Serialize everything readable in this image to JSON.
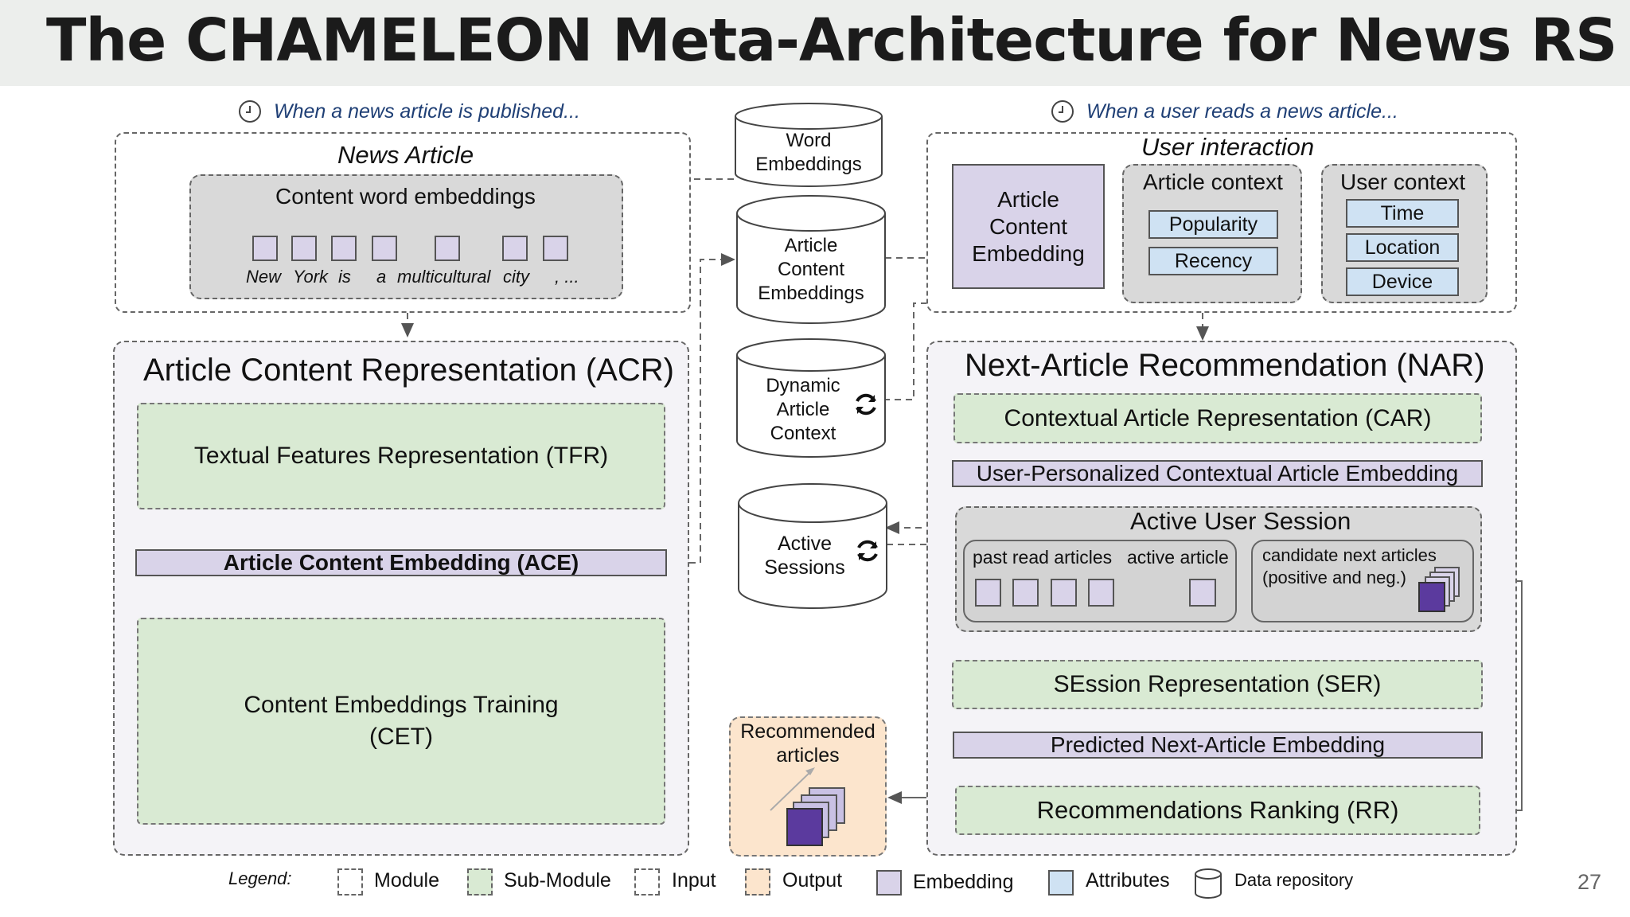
{
  "title": "The CHAMELEON Meta-Architecture for News RS",
  "page_number": "27",
  "notes": {
    "published": "When a news article is published...",
    "reads": "When a user reads a news article..."
  },
  "news_article": {
    "title": "News Article",
    "word_embeddings_label": "Content word embeddings",
    "words": [
      "New",
      "York",
      "is",
      "a",
      "multicultural",
      "city",
      ", ..."
    ]
  },
  "repositories": {
    "word": "Word\nEmbeddings",
    "article_content": "Article\nContent\nEmbeddings",
    "dynamic": "Dynamic\nArticle\nContext",
    "sessions": "Active\nSessions"
  },
  "user_interaction": {
    "title": "User interaction",
    "article_content_embedding": "Article\nContent\nEmbedding",
    "article_context": {
      "title": "Article context",
      "items": [
        "Popularity",
        "Recency"
      ]
    },
    "user_context": {
      "title": "User context",
      "items": [
        "Time",
        "Location",
        "Device"
      ]
    }
  },
  "acr": {
    "title": "Article Content Representation (ACR)",
    "tfr": "Textual Features Representation (TFR)",
    "ace": "Article Content Embedding (ACE)",
    "cet": "Content Embeddings Training\n(CET)"
  },
  "nar": {
    "title": "Next-Article Recommendation (NAR)",
    "car": "Contextual Article Representation (CAR)",
    "upcae": "User-Personalized Contextual Article Embedding",
    "session_title": "Active User Session",
    "past_read": "past read articles",
    "active_article": "active article",
    "candidates": "candidate next articles\n(positive and neg.)",
    "ser": "SEssion Representation (SER)",
    "pnae": "Predicted Next-Article Embedding",
    "rr": "Recommendations Ranking (RR)"
  },
  "recommended": "Recommended\narticles",
  "legend": {
    "label": "Legend:",
    "items": [
      "Module",
      "Sub-Module",
      "Input",
      "Output",
      "Embedding",
      "Attributes",
      "Data repository"
    ]
  },
  "colors": {
    "submodule": "#d9ead3",
    "embedding": "#d9d3e9",
    "attributes": "#cfe2f3",
    "output": "#fce5cd",
    "candidate_dark": "#5b3a9e"
  }
}
